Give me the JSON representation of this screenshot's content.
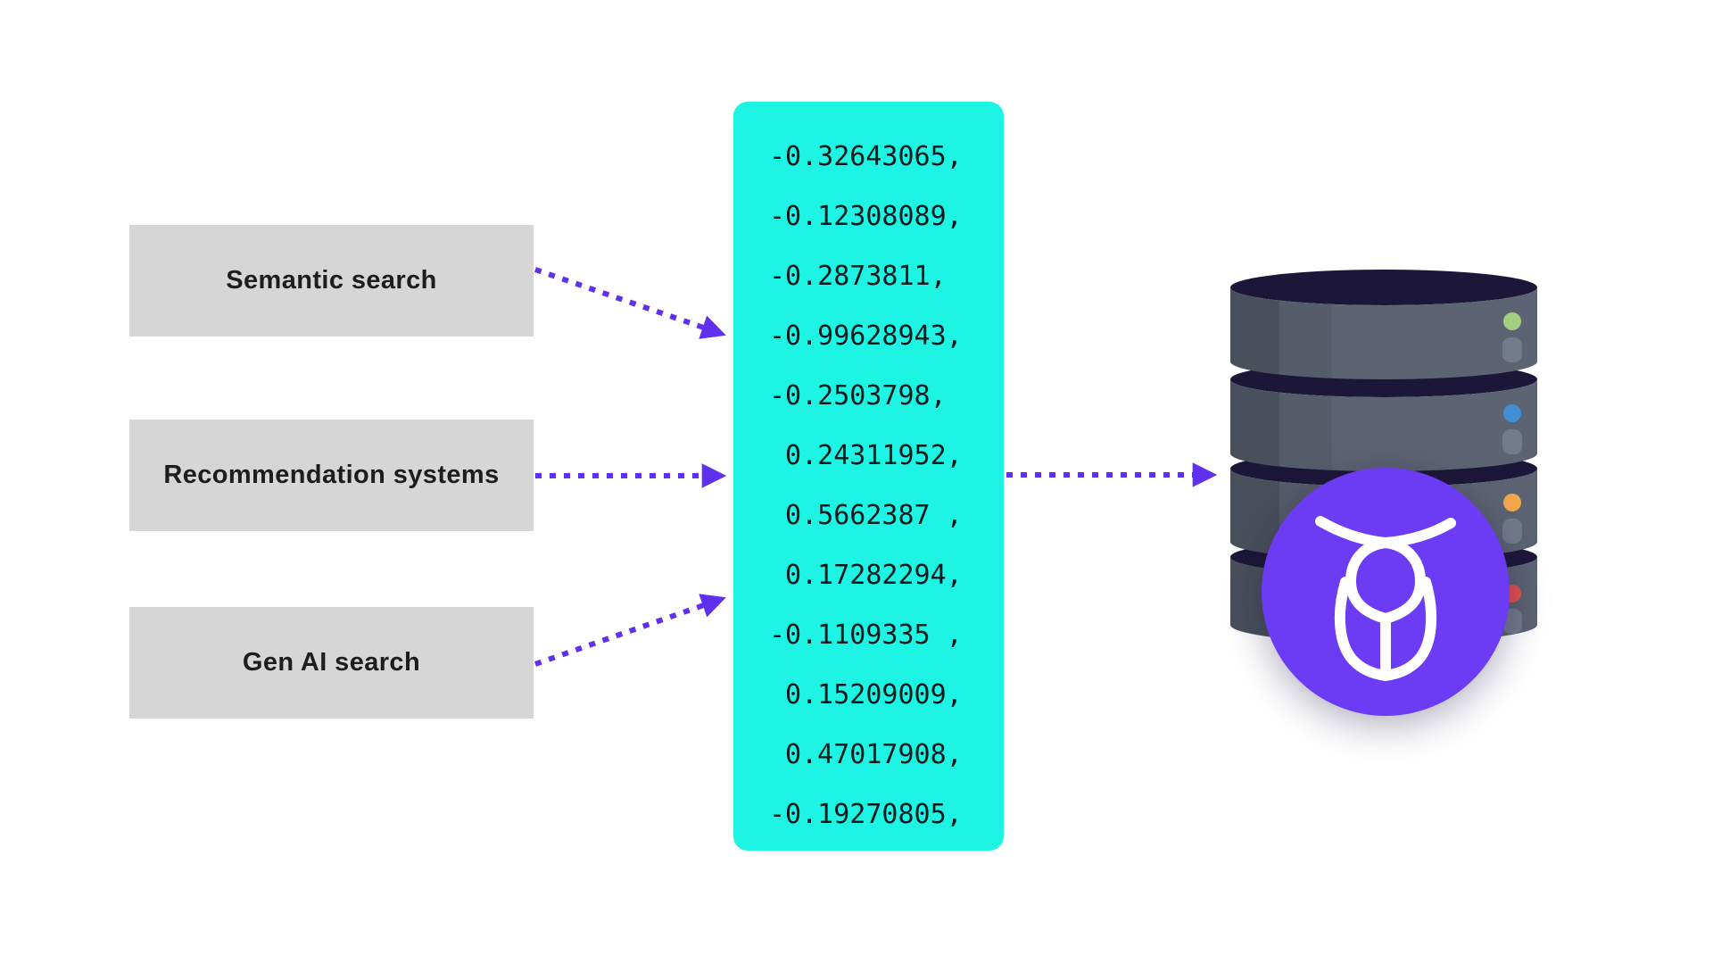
{
  "diagram": {
    "title": "vector-embedding-flow",
    "background": "#FFFFFF"
  },
  "sources": [
    {
      "label": "Semantic search"
    },
    {
      "label": "Recommendation systems"
    },
    {
      "label": "Gen AI search"
    }
  ],
  "source_box_style": {
    "background": "#D6D6D6",
    "text_color": "#1D1D1F"
  },
  "vector": {
    "background": "#1EF4E3",
    "text_color": "#0D1A1C",
    "values": [
      "-0.32643065,",
      "-0.12308089,",
      "-0.2873811,",
      "-0.99628943,",
      "-0.2503798,",
      " 0.24311952,",
      " 0.5662387 ,",
      " 0.17282294,",
      "-0.1109335 ,",
      " 0.15209009,",
      " 0.47017908,",
      "-0.19270805,"
    ]
  },
  "arrows": {
    "color": "#5F30EE",
    "style": "dotted",
    "items": [
      {
        "name": "arrow-semantic-to-vector",
        "from": "semantic-search-box",
        "to": "vector-panel"
      },
      {
        "name": "arrow-recsys-to-vector",
        "from": "recommendation-systems-box",
        "to": "vector-panel"
      },
      {
        "name": "arrow-genai-to-vector",
        "from": "gen-ai-search-box",
        "to": "vector-panel"
      },
      {
        "name": "arrow-vector-to-database",
        "from": "vector-panel",
        "to": "database-icon"
      }
    ]
  },
  "database": {
    "icon": "database-icon",
    "segments": 4,
    "body_colors": [
      "#48505B",
      "#555D6A",
      "#5C6473"
    ],
    "rim_color": "#1C1638",
    "status_dot_colors": [
      "#A2CF80",
      "#418FD6",
      "#F2A74C",
      "#E2514F"
    ],
    "slot_color": "#727C8B"
  },
  "logo": {
    "icon": "weaviate-logo-icon",
    "background": "#6C3CF4",
    "glyph_color": "#FFFFFF"
  }
}
